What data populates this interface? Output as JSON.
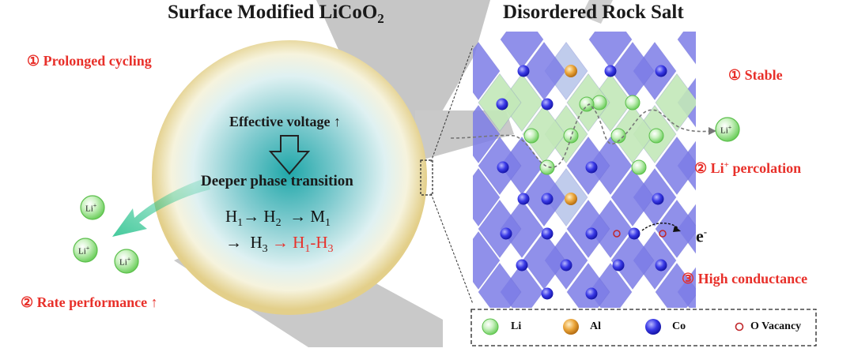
{
  "titles": {
    "left": "Surface Modified LiCoO",
    "left_sub": "2",
    "right": "Disordered Rock Salt"
  },
  "left_labels": {
    "cycling": "① Prolonged cycling",
    "rate": "② Rate performance ↑"
  },
  "circle": {
    "voltage": "Effective voltage ↑",
    "transition": "Deeper phase transition",
    "eq1": {
      "a": "H",
      "a_sub": "1",
      "b": "H",
      "b_sub": "2",
      "c": "M",
      "c_sub": "1"
    },
    "eq2": {
      "a": "H",
      "a_sub": "3",
      "b": "H",
      "b_sub": "1",
      "c": "H",
      "c_sub": "3"
    }
  },
  "li_label": "Li",
  "li_sup": "+",
  "right_labels": {
    "stable": "① Stable",
    "percolation_pre": "② Li",
    "percolation_sup": "+",
    "percolation_post": " percolation",
    "conductance": "③ High conductance",
    "electron": "e",
    "electron_sup": "-"
  },
  "legend": {
    "li": "Li",
    "al": "Al",
    "co": "Co",
    "vacancy": "O Vacancy"
  },
  "colors": {
    "label_red": "#e8302a",
    "li_green": "#7ed86e",
    "al_orange": "#e9a02e",
    "co_blue": "#2f2fd8",
    "vacancy_red": "#c0262a",
    "octa_blue": "#7c7ce6",
    "octa_green": "#c2e8b8"
  }
}
